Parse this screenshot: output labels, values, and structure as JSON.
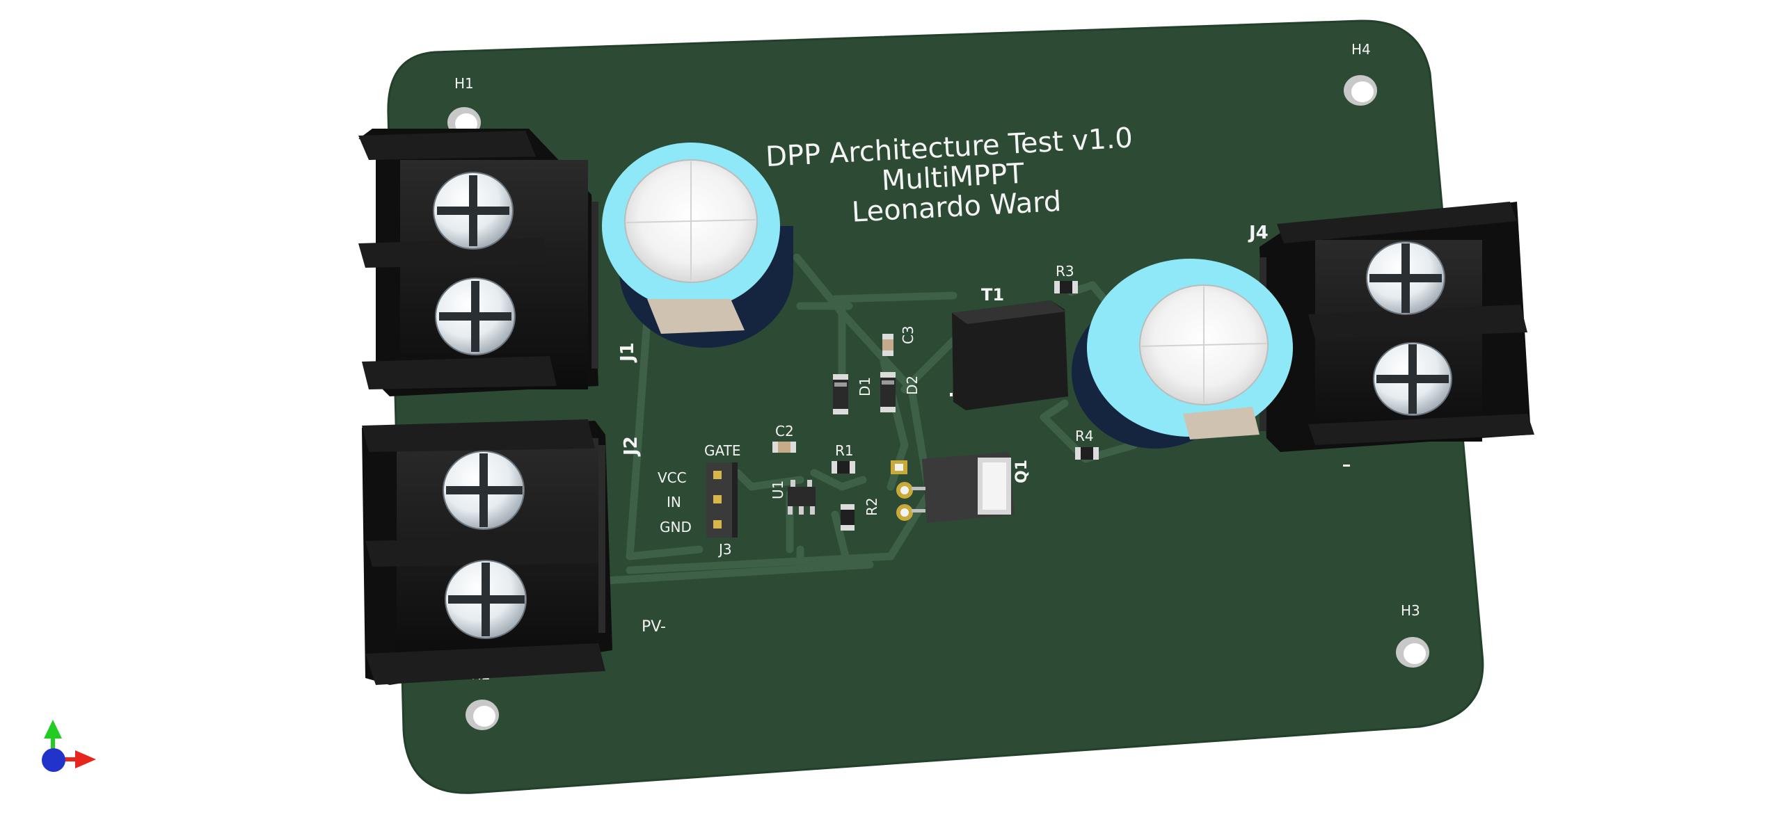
{
  "board": {
    "title_lines": [
      "DPP Architecture Test v1.0",
      "MultiMPPT",
      "Leonardo Ward"
    ],
    "colors": {
      "soldermask": "#2c4a34",
      "trace": "#3b5c42",
      "silkscreen": "#f4f4f4",
      "connector": "#151515",
      "cap_sleeve": "#8ee8f7",
      "cap_body": "#152540"
    }
  },
  "mounting_holes": [
    "H1",
    "H2",
    "H3",
    "H4"
  ],
  "connectors": {
    "j1": "J1",
    "j2": "J2",
    "j3": "J3",
    "j4": "J4",
    "j3_pins": [
      "GATE",
      "VCC",
      "IN",
      "GND"
    ],
    "pv_minus": "PV-"
  },
  "components": {
    "t1": "T1",
    "q1": "Q1",
    "u1": "U1",
    "r1": "R1",
    "r2": "R2",
    "r3": "R3",
    "r4": "R4",
    "c2": "C2",
    "c3": "C3",
    "d1": "D1",
    "d2": "D2"
  },
  "axes_widget": {
    "x_color": "#e8251c",
    "y_color": "#22cc22",
    "z_color": "#2233cc"
  }
}
